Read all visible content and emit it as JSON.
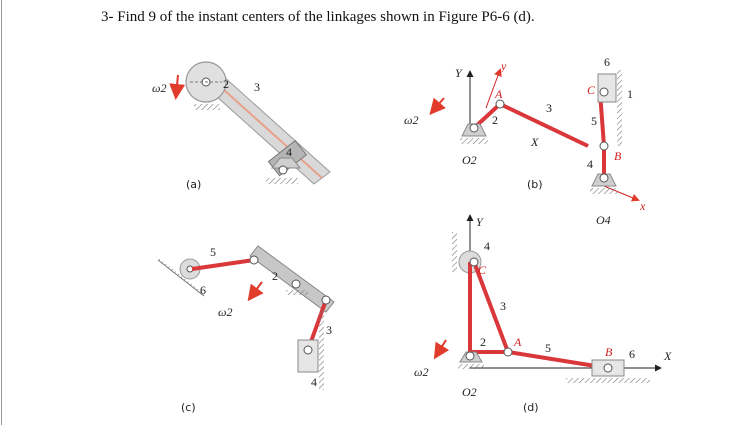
{
  "problem": {
    "title": "3-  Find 9 of the instant centers of the linkages shown in Figure P6-6 (d)."
  },
  "colors": {
    "link_red": "#d9373a",
    "arrow_red": "#e03b2b",
    "gray_link": "#c9c9c9",
    "gray_dark": "#8a8a8a",
    "ground_hatch": "#777777"
  },
  "figures": {
    "a": {
      "caption": "(a)",
      "omega": "ω2",
      "link_labels": [
        "2",
        "3",
        "4"
      ],
      "icons": [
        "rotation-arrow-icon",
        "ground-pivot-icon"
      ]
    },
    "b": {
      "caption": "(b)",
      "axis_y": "Y",
      "axis_y_local": "y",
      "axis_x_local": "X",
      "axis_x": "x",
      "omega": "ω2",
      "pivot_o2": "O2",
      "pivot_o4": "O4",
      "point_a": "A",
      "point_b": "B",
      "point_c": "C",
      "link_labels": [
        "2",
        "3",
        "4",
        "5",
        "6",
        "1"
      ]
    },
    "c": {
      "caption": "(c)",
      "omega": "ω2",
      "link_labels": [
        "5",
        "6",
        "2",
        "3",
        "4"
      ]
    },
    "d": {
      "caption": "(d)",
      "axis_y": "Y",
      "axis_x": "X",
      "omega": "ω2",
      "pivot_o2": "O2",
      "point_a": "A",
      "point_b": "B",
      "point_c": "C",
      "link_labels": [
        "4",
        "3",
        "2",
        "5",
        "6"
      ]
    }
  }
}
